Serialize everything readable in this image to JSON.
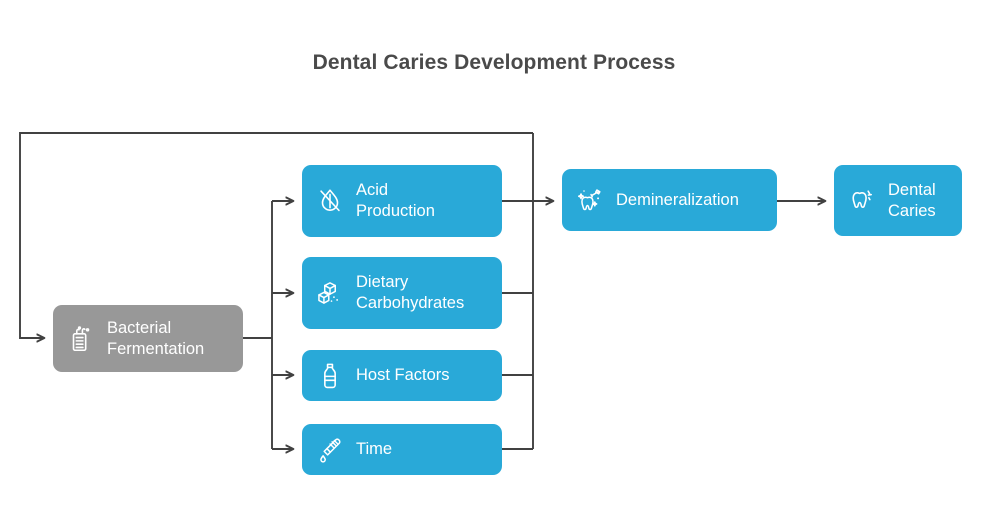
{
  "page": {
    "title": "Dental Caries Development Process",
    "background_color": "#ffffff",
    "title_color": "#4a4a4a"
  },
  "theme": {
    "node_blue": "#29a9d8",
    "node_gray": "#989898",
    "connector_color": "#414141",
    "node_text_color": "#ffffff"
  },
  "nodes": [
    {
      "id": "bacterial-fermentation",
      "label": "Bacterial\nFermentation",
      "color": "#989898",
      "icon": "bacteria-culture-icon"
    },
    {
      "id": "acid-production",
      "label": "Acid\nProduction",
      "color": "#29a9d8",
      "icon": "no-acid-droplet-icon"
    },
    {
      "id": "dietary-carbohydrates",
      "label": "Dietary\nCarbohydrates",
      "color": "#29a9d8",
      "icon": "sugar-cubes-icon"
    },
    {
      "id": "host-factors",
      "label": "Host Factors",
      "color": "#29a9d8",
      "icon": "saliva-bottle-icon"
    },
    {
      "id": "time",
      "label": "Time",
      "color": "#29a9d8",
      "icon": "toothbrush-icon"
    },
    {
      "id": "demineralization",
      "label": "Demineralization",
      "color": "#29a9d8",
      "icon": "tooth-cleaning-icon"
    },
    {
      "id": "dental-caries",
      "label": "Dental\nCaries",
      "color": "#29a9d8",
      "icon": "decayed-tooth-icon"
    }
  ],
  "edges": [
    {
      "id": "edge-feedback-to-bacterial-fermentation",
      "from": "merge-bus",
      "to": "bacterial-fermentation",
      "arrow": true
    },
    {
      "id": "edge-bacterial-fermentation-to-acid-production",
      "from": "bacterial-fermentation",
      "to": "acid-production",
      "arrow": true
    },
    {
      "id": "edge-bacterial-fermentation-to-dietary-carbohydrates",
      "from": "bacterial-fermentation",
      "to": "dietary-carbohydrates",
      "arrow": true
    },
    {
      "id": "edge-bacterial-fermentation-to-host-factors",
      "from": "bacterial-fermentation",
      "to": "host-factors",
      "arrow": true
    },
    {
      "id": "edge-bacterial-fermentation-to-time",
      "from": "bacterial-fermentation",
      "to": "time",
      "arrow": true
    },
    {
      "id": "edge-acid-production-to-demineralization",
      "from": "acid-production",
      "to": "demineralization",
      "arrow": true
    },
    {
      "id": "edge-dietary-carbohydrates-to-bus",
      "from": "dietary-carbohydrates",
      "to": "merge-bus",
      "arrow": false
    },
    {
      "id": "edge-host-factors-to-bus",
      "from": "host-factors",
      "to": "merge-bus",
      "arrow": false
    },
    {
      "id": "edge-time-to-bus",
      "from": "time",
      "to": "merge-bus",
      "arrow": false
    },
    {
      "id": "edge-demineralization-to-dental-caries",
      "from": "demineralization",
      "to": "dental-caries",
      "arrow": true
    }
  ]
}
